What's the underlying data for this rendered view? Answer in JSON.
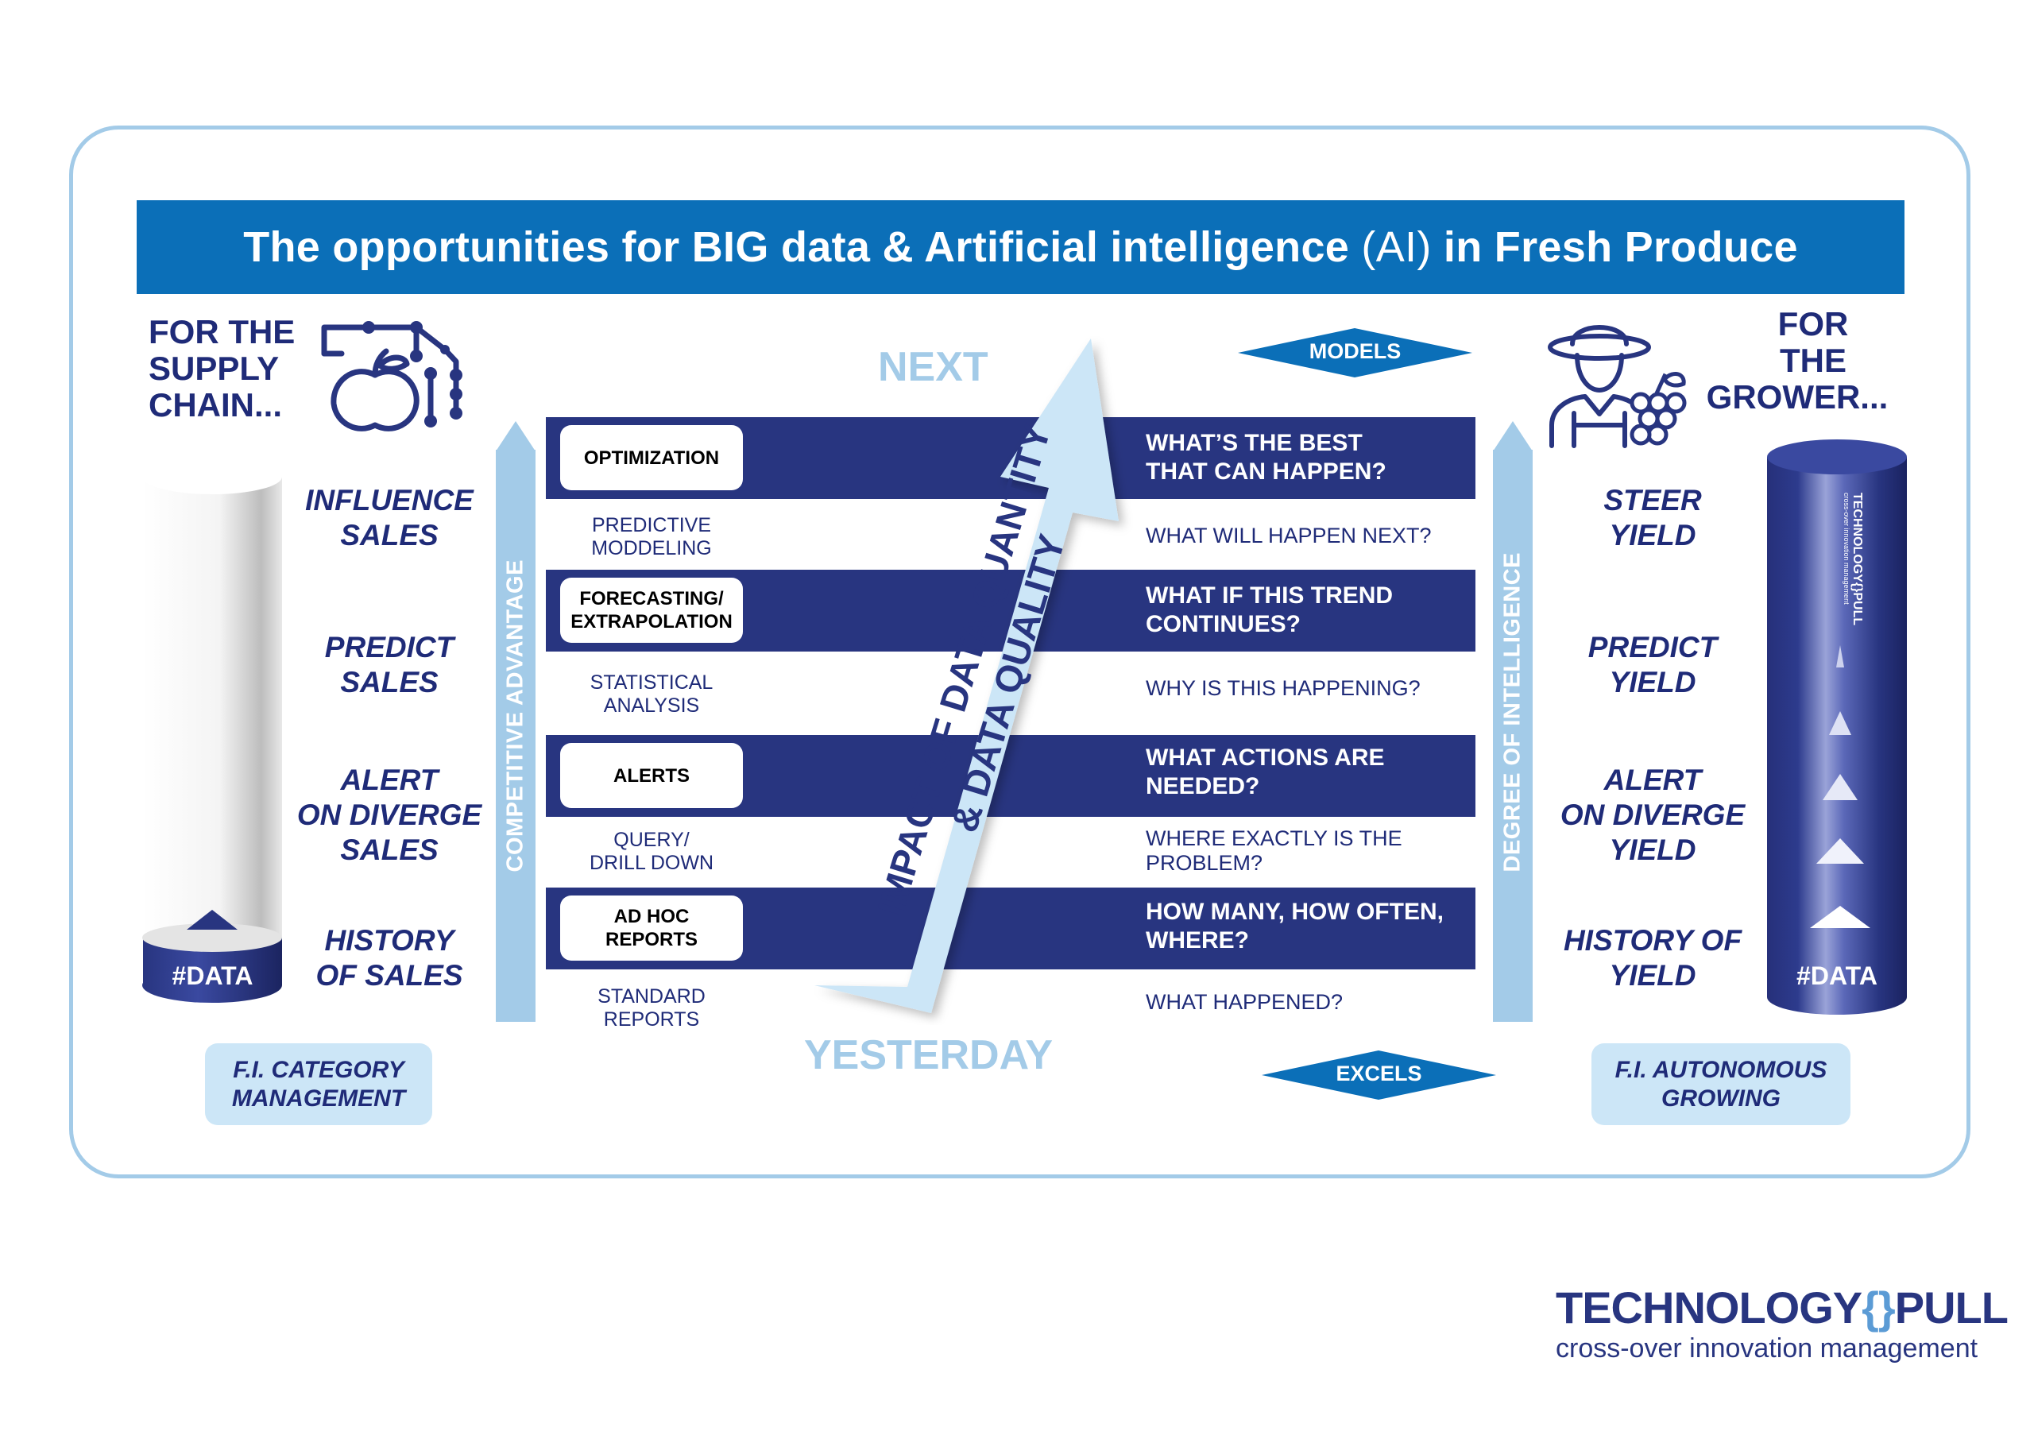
{
  "title": {
    "prefix": "The opportunities for BIG data & Artificial intelligence ",
    "ai": "(AI)",
    "suffix": " in Fresh Produce"
  },
  "left": {
    "heading": [
      "FOR THE",
      "SUPPLY",
      "CHAIN..."
    ],
    "labels": [
      [
        "INFLUENCE",
        "SALES"
      ],
      [
        "PREDICT",
        "SALES"
      ],
      [
        "ALERT",
        "ON DIVERGE",
        "SALES"
      ],
      [
        "HISTORY",
        "OF SALES"
      ]
    ],
    "cylinder_label": "#DATA",
    "pill": [
      "F.I. CATEGORY",
      "MANAGEMENT"
    ],
    "vertical_label": "COMPETITIVE ADVANTAGE"
  },
  "right": {
    "heading": [
      "FOR",
      "THE",
      "GROWER..."
    ],
    "labels": [
      [
        "STEER",
        "YIELD"
      ],
      [
        "PREDICT",
        "YIELD"
      ],
      [
        "ALERT",
        "ON DIVERGE",
        "YIELD"
      ],
      [
        "HISTORY OF",
        "YIELD"
      ]
    ],
    "cylinder_label": "#DATA",
    "cylinder_brand": [
      "TECHNOLOGY{}PULL",
      "cross-over innovation management"
    ],
    "pill": [
      "F.I. AUTONOMOUS",
      "GROWING"
    ],
    "vertical_label": "DEGREE OF INTELLIGENCE"
  },
  "center": {
    "next": "NEXT",
    "yesterday": "YESTERDAY",
    "models": "MODELS",
    "excels": "EXCELS",
    "arrow_text": [
      "IMPACT OF DATA QUANTITY",
      "& DATA QUALITY"
    ],
    "levels": [
      {
        "box": [
          "OPTIMIZATION"
        ],
        "question": [
          "WHAT’S THE BEST",
          "THAT CAN HAPPEN?"
        ]
      },
      {
        "sub": [
          "PREDICTIVE",
          "MODDELING"
        ],
        "question": [
          "WHAT WILL HAPPEN NEXT?"
        ]
      },
      {
        "box": [
          "FORECASTING/",
          "EXTRAPOLATION"
        ],
        "question": [
          "WHAT IF THIS TREND",
          "CONTINUES?"
        ]
      },
      {
        "sub": [
          "STATISTICAL",
          "ANALYSIS"
        ],
        "question": [
          "WHY IS THIS HAPPENING?"
        ]
      },
      {
        "box": [
          "ALERTS"
        ],
        "question": [
          "WHAT ACTIONS ARE",
          "NEEDED?"
        ]
      },
      {
        "sub": [
          "QUERY/",
          "DRILL DOWN"
        ],
        "question": [
          "WHERE EXACTLY IS THE",
          "PROBLEM?"
        ]
      },
      {
        "box": [
          "AD HOC",
          "REPORTS"
        ],
        "question": [
          "HOW MANY, HOW OFTEN,",
          "WHERE?"
        ]
      },
      {
        "sub": [
          "STANDARD",
          "REPORTS"
        ],
        "question": [
          "WHAT HAPPENED?"
        ]
      }
    ]
  },
  "logo": {
    "brand_left": "TECHNOLOGY",
    "brand_brace": "{}",
    "brand_right": "PULL",
    "tagline": "cross-over innovation management"
  },
  "colors": {
    "navy": "#283580",
    "blue": "#0b6fb8",
    "light_blue": "#a3cbe8",
    "pale_blue": "#cce6f7"
  }
}
